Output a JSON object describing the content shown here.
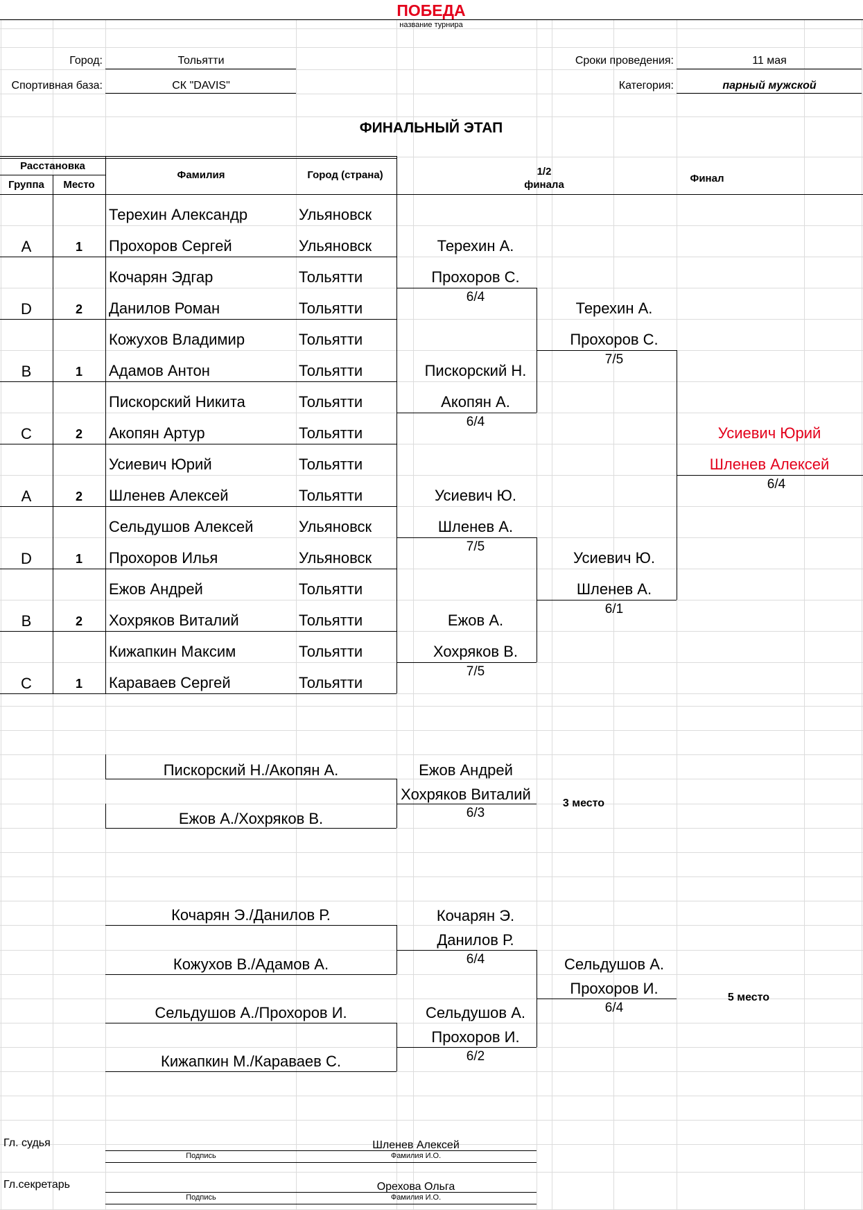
{
  "header": {
    "title": "ПОБЕДА",
    "subtitle": "название турнира",
    "city_label": "Город:",
    "city_value": "Тольятти",
    "base_label": "Спортивная база:",
    "base_value": "СК \"DAVIS\"",
    "dates_label": "Сроки проведения:",
    "dates_value": "11 мая",
    "category_label": "Категория:",
    "category_value": "парный мужской",
    "stage_title": "ФИНАЛЬНЫЙ ЭТАП"
  },
  "columns": {
    "placement": "Расстановка",
    "group": "Группа",
    "place": "Место",
    "surname": "Фамилия",
    "city": "Город (страна)",
    "semifinal_line1": "1/2",
    "semifinal_line2": "финала",
    "final": "Финал"
  },
  "entries": [
    {
      "group": "A",
      "place": "1",
      "player1": "Терехин Александр",
      "city1": "Ульяновск",
      "player2": "Прохоров Сергей",
      "city2": "Ульяновск"
    },
    {
      "group": "D",
      "place": "2",
      "player1": "Кочарян Эдгар",
      "city1": "Тольятти",
      "player2": "Данилов Роман",
      "city2": "Тольятти"
    },
    {
      "group": "B",
      "place": "1",
      "player1": "Кожухов Владимир",
      "city1": "Тольятти",
      "player2": "Адамов Антон",
      "city2": "Тольятти"
    },
    {
      "group": "C",
      "place": "2",
      "player1": "Пискорский Никита",
      "city1": "Тольятти",
      "player2": "Акопян Артур",
      "city2": "Тольятти"
    },
    {
      "group": "A",
      "place": "2",
      "player1": "Усиевич Юрий",
      "city1": "Тольятти",
      "player2": "Шленев Алексей",
      "city2": "Тольятти"
    },
    {
      "group": "D",
      "place": "1",
      "player1": "Сельдушов Алексей",
      "city1": "Ульяновск",
      "player2": "Прохоров Илья",
      "city2": "Ульяновск"
    },
    {
      "group": "B",
      "place": "2",
      "player1": "Ежов Андрей",
      "city1": "Тольятти",
      "player2": "Хохряков Виталий",
      "city2": "Тольятти"
    },
    {
      "group": "C",
      "place": "1",
      "player1": "Кижапкин Максим",
      "city1": "Тольятти",
      "player2": "Караваев Сергей",
      "city2": "Тольятти"
    }
  ],
  "quarterfinals": [
    {
      "winner1": "Терехин А.",
      "winner2": "Прохоров С.",
      "score": "6/4"
    },
    {
      "winner1": "Пискорский Н.",
      "winner2": "Акопян А.",
      "score": "6/4"
    },
    {
      "winner1": "Усиевич Ю.",
      "winner2": "Шленев А.",
      "score": "7/5"
    },
    {
      "winner1": "Ежов А.",
      "winner2": "Хохряков В.",
      "score": "7/5"
    }
  ],
  "semifinals": [
    {
      "winner1": "Терехин А.",
      "winner2": "Прохоров С.",
      "score": "7/5"
    },
    {
      "winner1": "Усиевич Ю.",
      "winner2": "Шленев А.",
      "score": "6/1"
    }
  ],
  "final": {
    "winner1": "Усиевич Юрий",
    "winner2": "Шленев Алексей",
    "score": "6/4",
    "winner_color": "#e3001b"
  },
  "third_place": {
    "pair1": "Пискорский Н./Акопян А.",
    "pair2": "Ежов А./Хохряков В.",
    "winner1": "Ежов Андрей",
    "winner2": "Хохряков Виталий",
    "score": "6/3",
    "label": "3 место"
  },
  "fifth_place": {
    "pairs": [
      "Кочарян Э./Данилов Р.",
      "Кожухов В./Адамов А.",
      "Сельдушов А./Прохоров И.",
      "Кижапкин М./Караваев С."
    ],
    "match1": {
      "winner1": "Кочарян Э.",
      "winner2": "Данилов Р.",
      "score": "6/4"
    },
    "match2": {
      "winner1": "Сельдушов А.",
      "winner2": "Прохоров И.",
      "score": "6/2"
    },
    "final": {
      "winner1": "Сельдушов А.",
      "winner2": "Прохоров И.",
      "score": "6/4"
    },
    "label": "5 место"
  },
  "officials": {
    "chief_judge_label": "Гл. судья",
    "chief_judge_name": "Шленев Алексей",
    "secretary_label": "Гл.секретарь",
    "secretary_name": "Орехова Ольга",
    "signature_caption": "Подпись",
    "name_caption": "Фамилия И.О."
  }
}
